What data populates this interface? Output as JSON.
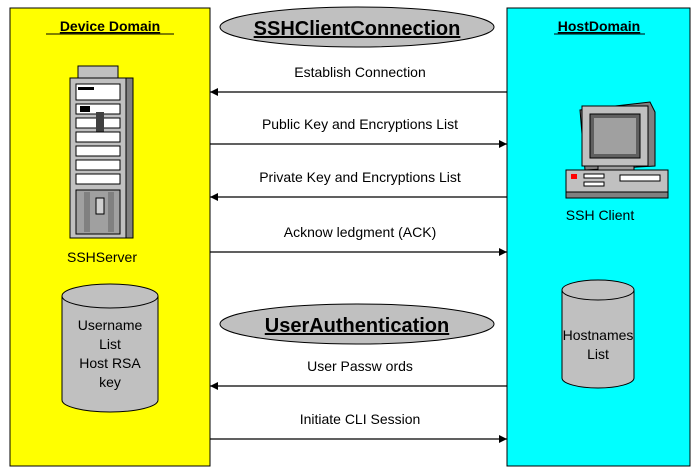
{
  "device_domain": {
    "title": "Device Domain",
    "server_label": "SSHServer",
    "database_lines": [
      "Username",
      "List",
      "Host RSA",
      "key"
    ],
    "fill_color": "#ffff00"
  },
  "host_domain": {
    "title": "HostDomain",
    "client_label": "SSH Client",
    "database_lines": [
      "Hostnames",
      "List"
    ],
    "fill_color": "#00ffff"
  },
  "phases": [
    {
      "title": "SSHClientConnection"
    },
    {
      "title": "UserAuthentication"
    }
  ],
  "messages": [
    {
      "label": "Establish Connection",
      "direction": "to-device"
    },
    {
      "label": "Public Key and Encryptions List",
      "direction": "to-host"
    },
    {
      "label": "Private Key and Encryptions List",
      "direction": "to-device"
    },
    {
      "label": "Acknow ledgment (ACK)",
      "direction": "to-host"
    },
    {
      "label": "User Passw ords",
      "direction": "to-device"
    },
    {
      "label": "Initiate CLI Session",
      "direction": "to-host"
    }
  ],
  "icons": {
    "server": "server-tower-icon",
    "client": "desktop-computer-icon",
    "device_db": "database-cylinder-icon",
    "host_db": "database-cylinder-icon"
  }
}
